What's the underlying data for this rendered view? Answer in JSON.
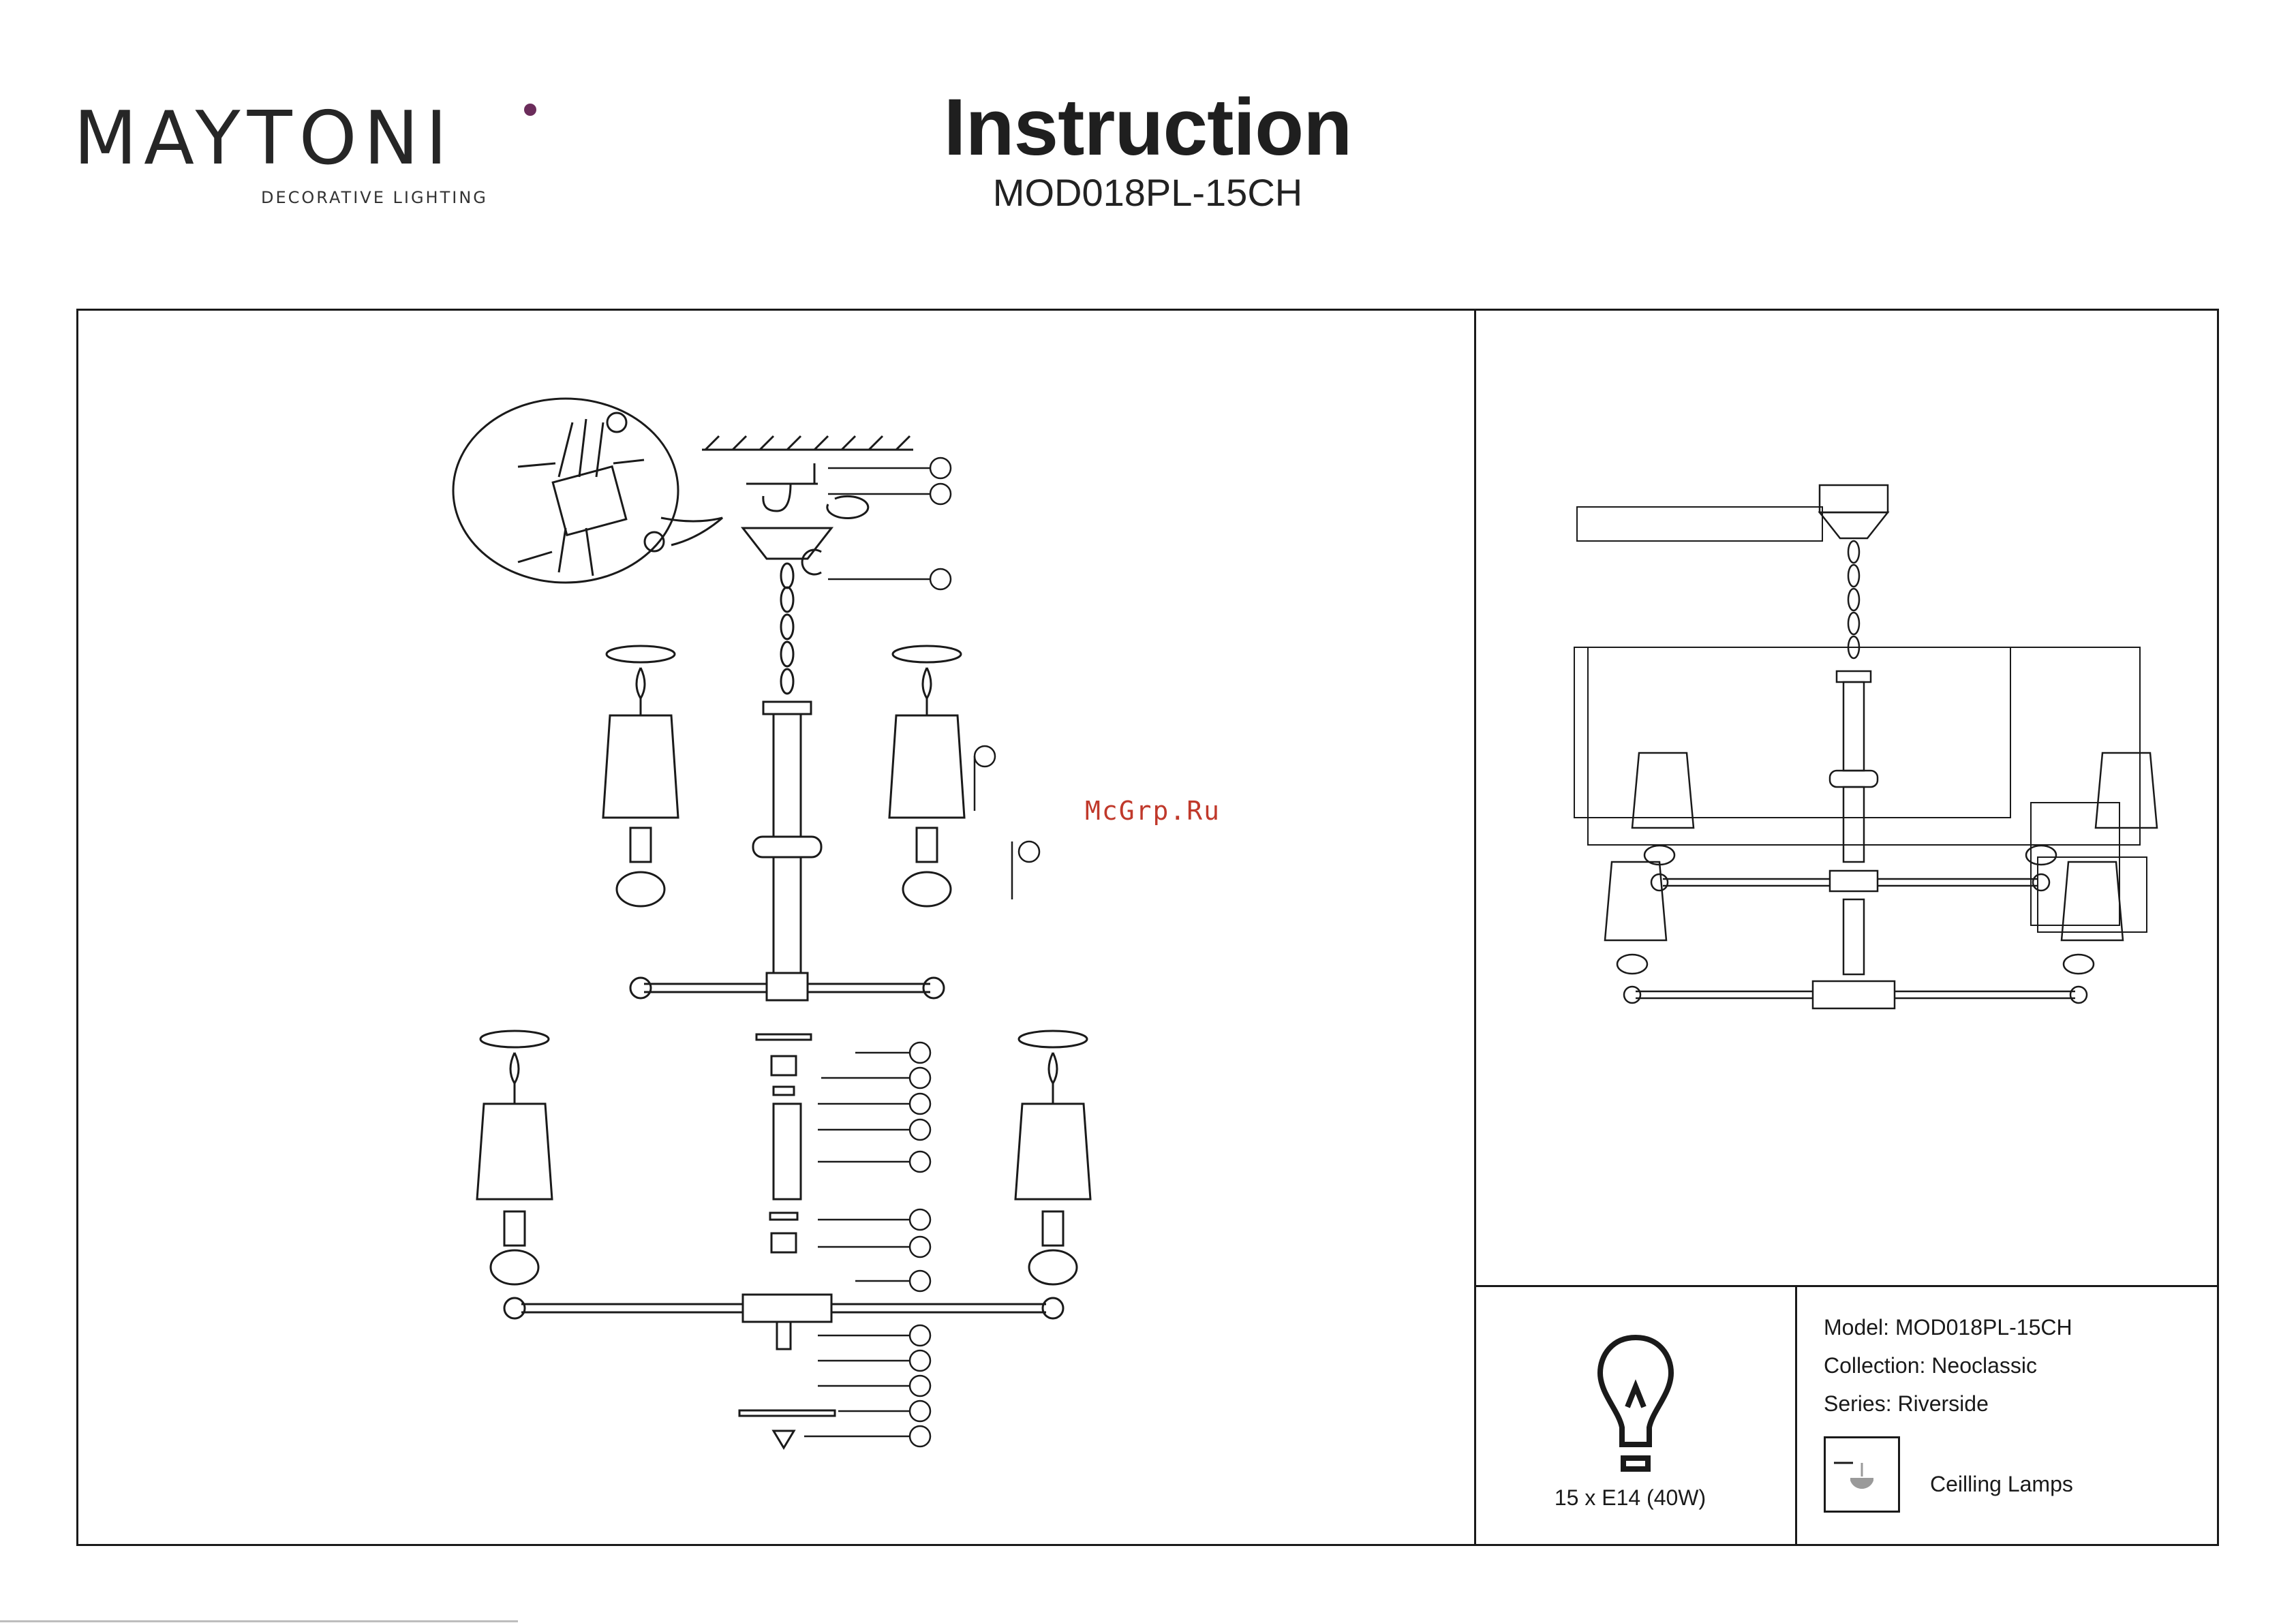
{
  "brand": {
    "name": "MAYTONI",
    "tagline": "DECORATIVE LIGHTING",
    "accent_color": "#6b2c5b"
  },
  "header": {
    "title": "Instruction",
    "model": "MOD018PL-15CH"
  },
  "watermark": "McGrp.Ru",
  "specs": {
    "model": "Model: MOD018PL-15CH",
    "collection": "Collection: Neoclassic",
    "series": "Series: Riverside",
    "lamps": "15 x E14 (40W)",
    "type_label": "Ceilling Lamps"
  },
  "icons": {
    "bulb": "bulb-icon",
    "ceiling": "ceiling-lamp-icon"
  }
}
